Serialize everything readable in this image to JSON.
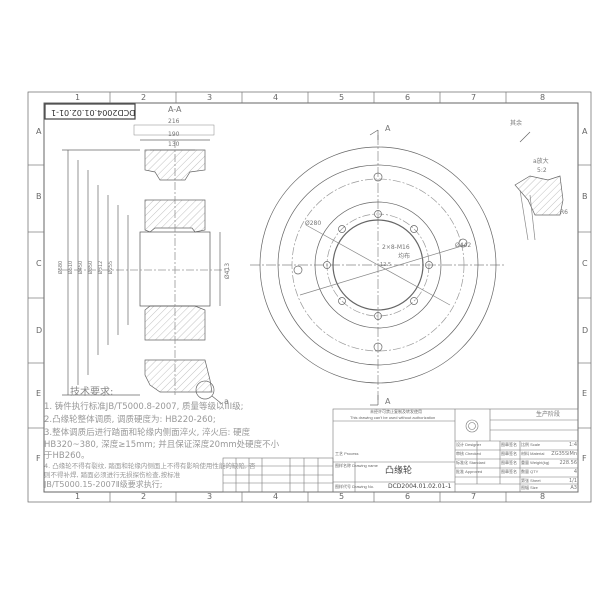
{
  "drawing": {
    "code_stamp": "DCD2004.01.02.01-1",
    "section_label": "A-A",
    "section_marker": "A",
    "zones_left": [
      "A",
      "B",
      "C",
      "D",
      "E",
      "F"
    ],
    "zones_top": [
      "1",
      "2",
      "3",
      "4",
      "5",
      "6",
      "7",
      "8"
    ],
    "dims": {
      "d1": "216",
      "d2": "190",
      "d3": "130",
      "d280": "Ø280",
      "d442": "Ø442",
      "holes": "2×8-M16",
      "holes_note": "均布",
      "roughness": "12.5",
      "roughness_all": "其余",
      "detail_label": "a放大",
      "detail_scale": "5:2",
      "detail_r": "R6",
      "callout": "a",
      "left_dims": [
        "Ø580",
        "Ø510",
        "Ø450",
        "Ø350",
        "Ø312",
        "Ø255"
      ],
      "bore": "Ø413"
    }
  },
  "requirements": {
    "title": "技术要求:",
    "lines": [
      "1. 铸件执行标准JB/T5000.8-2007, 质量等级以III级;",
      "2.凸缘轮整体调质, 调质硬度为: HB220-260;",
      "3.整体调质后进行踏面和轮缘内侧面淬火, 淬火后: 硬度",
      "HB320~380, 深度≥15mm; 并且保证深度20mm处硬度不小",
      "于HB260。",
      "4. 凸缘轮不得有裂纹, 踏面和轮缘内侧面上不得有影响使用性能的缺陷, 否",
      "则不得补焊, 踏面必须进行无损探伤检查,按标准",
      "JB/T5000.15-2007Ⅱ级要求执行;"
    ]
  },
  "title_block": {
    "notice_cn": "未经许可禁止复制及转发使用",
    "notice_en": "This drawing can't be used without authorization",
    "part_name": "凸缘轮",
    "drawing_no": "DCD2004.01.02.01-1",
    "stage_label": "生产阶段",
    "labels": [
      "设计 Designer",
      "审核 Checked",
      "标准化 Standard",
      "批准 Approved",
      "比例 Scale",
      "材料 Material",
      "重量 Weight(kg)",
      "数量 QTY",
      "第张 Sheet",
      "图幅 Size",
      "工艺 Process",
      "图样名称 Drawing name",
      "图样代号 Drawing No."
    ],
    "sign": "图章签名",
    "scale": "1:4",
    "material": "ZG35SiMn",
    "weight": "228.56",
    "qty": "4",
    "sheet": "1/1",
    "size": "A3",
    "date_mark": "图章签名"
  }
}
